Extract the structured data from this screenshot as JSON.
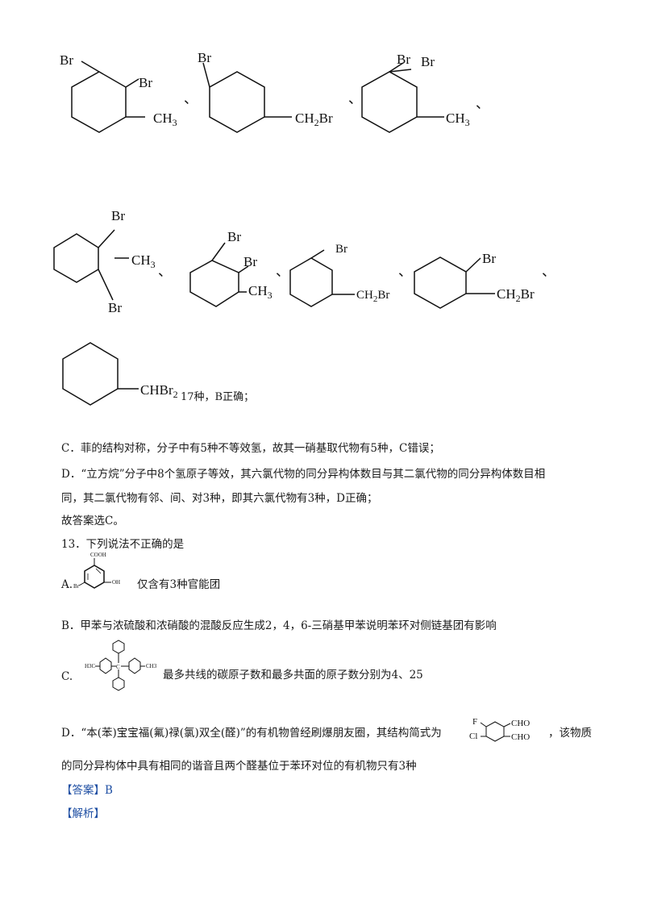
{
  "structures": {
    "s1": {
      "top": "Br",
      "mid": "Br",
      "sub": "CH",
      "sub_n": "3"
    },
    "s2": {
      "top": "Br",
      "sub": "CH",
      "sub_n": "2",
      "sub_tail": "Br"
    },
    "s3": {
      "top1": "Br",
      "top2": "Br",
      "sub": "CH",
      "sub_n": "3"
    },
    "s4": {
      "top": "Br",
      "sub": "CH",
      "sub_n": "3",
      "bottom": "Br"
    },
    "s5": {
      "top": "Br",
      "mid": "Br",
      "sub": "CH",
      "sub_n": "3"
    },
    "s6": {
      "top": "Br",
      "sub": "CH",
      "sub_n": "2",
      "sub_tail": "Br"
    },
    "s7": {
      "top": "Br",
      "sub": "CH",
      "sub_n": "2",
      "sub_tail": "Br"
    },
    "s8": {
      "sub": "CHBr",
      "sub_n": "2"
    },
    "sep": "、"
  },
  "line_17": "17种，B正确；",
  "optC_prev": "C．菲的结构对称，分子中有5种不等效氢，故其一硝基取代物有5种，C错误；",
  "optD_prev_1": "D．“立方烷”分子中8个氢原子等效，其六氯代物的同分异构体数目与其二氯代物的同分异构体数目相",
  "optD_prev_2": "同，其二氯代物有邻、间、对3种，即其六氯代物有3种，D正确；",
  "answer_c": "故答案选C。",
  "q13": "13．下列说法不正确的是",
  "q13_A": {
    "label": "A.",
    "text": "仅含有3种官能团",
    "mol": {
      "cooh": "COOH",
      "oh": "OH",
      "br": "Br"
    }
  },
  "q13_B": "B．甲苯与浓硫酸和浓硝酸的混酸反应生成2，4，6-三硝基甲苯说明苯环对侧链基团有影响",
  "q13_C": {
    "label": "C.",
    "text": "最多共线的碳原子数和最多共面的原子数分别为4、25",
    "mol": {
      "left": "H3C",
      "center": "C",
      "right": "CH3"
    }
  },
  "q13_D": {
    "text_1a": "D．“本(苯)宝宝福(氟)禄(氯)双全(醛)”的有机物曾经刷爆朋友圈，其结构简式为",
    "text_1b": "，该物质",
    "text_2": "的同分异构体中具有相同的谐音且两个醛基位于苯环对位的有机物只有3种",
    "mol": {
      "f": "F",
      "cl": "Cl",
      "cho1": "CHO",
      "cho2": "CHO"
    }
  },
  "answer_label": "【答案】B",
  "analysis_label": "【解析】"
}
